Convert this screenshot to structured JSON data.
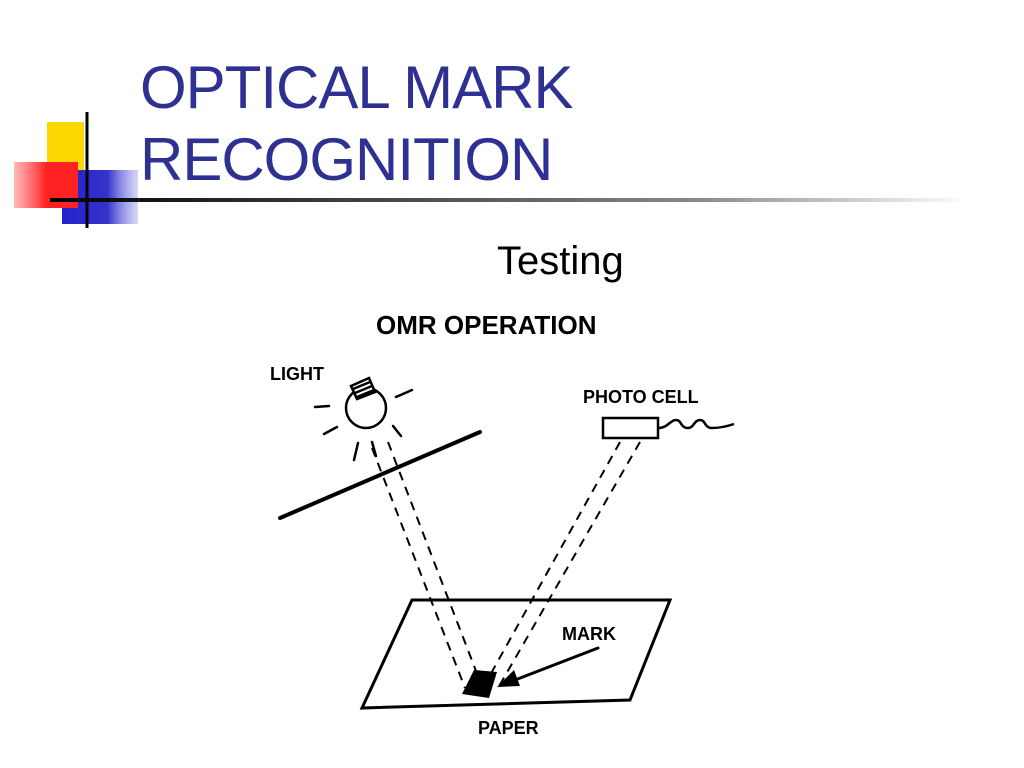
{
  "slide": {
    "title_line1": "OPTICAL MARK",
    "title_line2": "RECOGNITION",
    "subtitle": "Testing"
  },
  "diagram": {
    "heading": "OMR OPERATION",
    "labels": {
      "light": "LIGHT",
      "photo_cell": "PHOTO CELL",
      "mark": "MARK",
      "paper": "PAPER"
    }
  },
  "colors": {
    "title": "#2e3192",
    "deco_yellow": "#ffd700",
    "deco_red": "#ff3333",
    "deco_blue": "#3333cc"
  }
}
